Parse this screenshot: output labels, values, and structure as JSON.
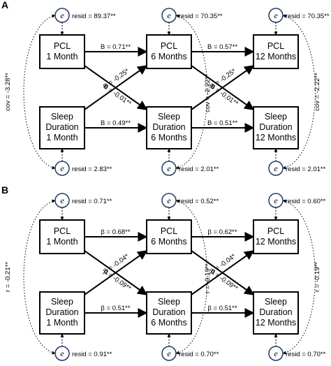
{
  "panels": [
    {
      "letter": "A",
      "nodes": {
        "pcl1": [
          "PCL",
          "1 Month"
        ],
        "pcl6": [
          "PCL",
          "6 Months"
        ],
        "pcl12": [
          "PCL",
          "12 Months"
        ],
        "sleep1": [
          "Sleep",
          "Duration",
          "1 Month"
        ],
        "sleep6": [
          "Sleep",
          "Duration",
          "6 Months"
        ],
        "sleep12": [
          "Sleep",
          "Duration",
          "12 Months"
        ]
      },
      "error_symbol": "e",
      "residuals": {
        "pcl1": "resid = 89.37**",
        "pcl6": "resid = 70.35**",
        "pcl12": "resid = 70.35**",
        "sleep1": "resid = 2.83**",
        "sleep6": "resid = 2.01**",
        "sleep12": "resid = 2.01**"
      },
      "paths": {
        "pcl1_pcl6": "B = 0.71**",
        "pcl6_pcl12": "B = 0.57**",
        "sleep1_sleep6": "B = 0.49**",
        "sleep6_sleep12": "B = 0.51**",
        "sleep1_pcl6": "B = -0.25*",
        "pcl1_sleep6": "B = -0.01**",
        "sleep6_pcl12": "B = -0.25*",
        "pcl6_sleep12": "B = -0.01**"
      },
      "covariances": {
        "t1": "cov = -3.28**",
        "t6": "cov = -2.22**",
        "t12": "cov = -2.22**"
      }
    },
    {
      "letter": "B",
      "nodes": {
        "pcl1": [
          "PCL",
          "1 Month"
        ],
        "pcl6": [
          "PCL",
          "6 Months"
        ],
        "pcl12": [
          "PCL",
          "12 Months"
        ],
        "sleep1": [
          "Sleep",
          "Duration",
          "1 Month"
        ],
        "sleep6": [
          "Sleep",
          "Duration",
          "6 Months"
        ],
        "sleep12": [
          "Sleep",
          "Duration",
          "12 Months"
        ]
      },
      "error_symbol": "e",
      "residuals": {
        "pcl1": "resid = 0.71**",
        "pcl6": "resid = 0.52**",
        "pcl12": "resid = 0.60**",
        "sleep1": "resid = 0.91**",
        "sleep6": "resid = 0.70**",
        "sleep12": "resid = 0.70**"
      },
      "paths": {
        "pcl1_pcl6": "β = 0.68**",
        "pcl6_pcl12": "β = 0.62**",
        "sleep1_sleep6": "β = 0.51**",
        "sleep6_sleep12": "β = 0.51**",
        "sleep1_pcl6": "β = -0.04*",
        "pcl1_sleep6": "β = -0.09**",
        "sleep6_pcl12": "β = -0.04*",
        "pcl6_sleep12": "β = -0.09**"
      },
      "covariances": {
        "t1": "r = -0.21**",
        "t6": "r = -0.19**",
        "t12": "r = -0.19**"
      }
    }
  ]
}
